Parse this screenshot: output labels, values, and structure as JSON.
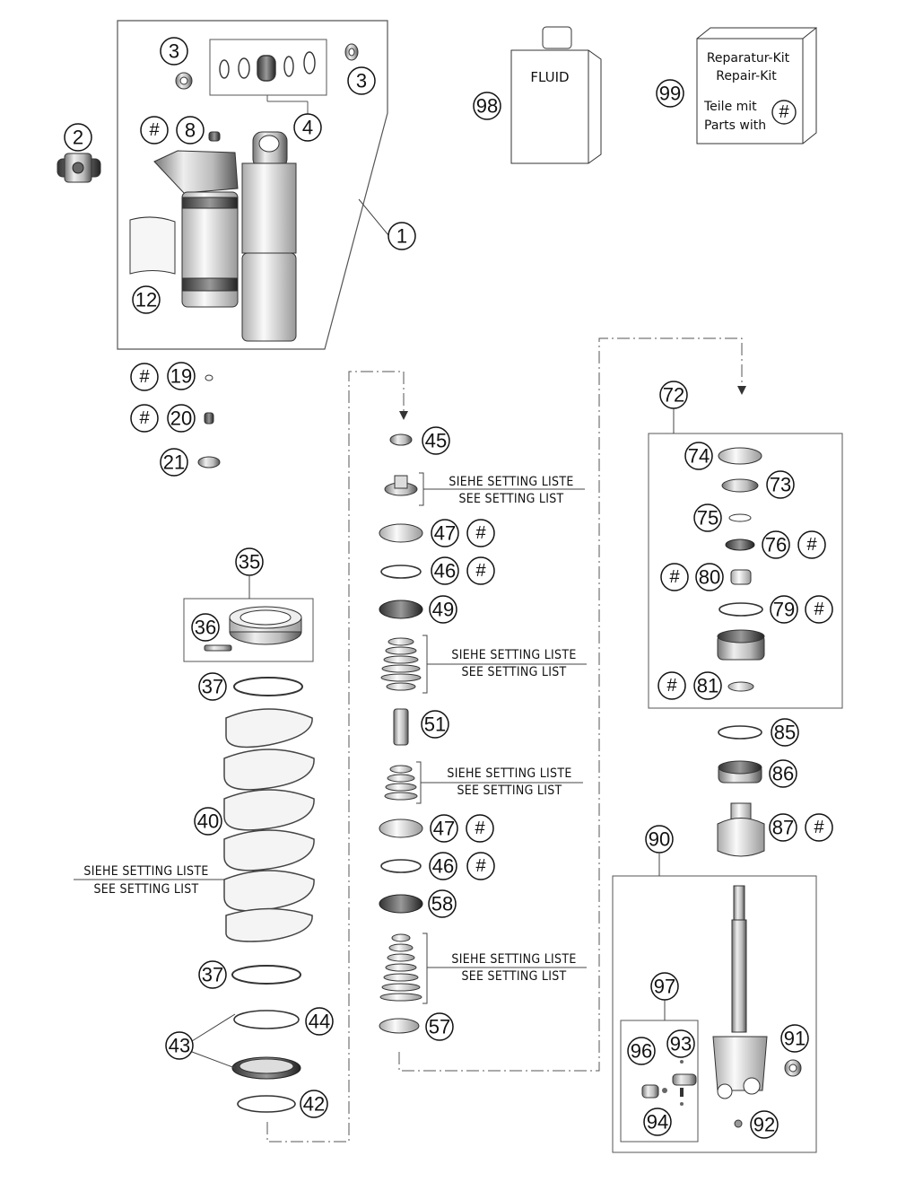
{
  "fluid_label": "FLUID",
  "repair_kit": {
    "line1": "Reparatur-Kit",
    "line2": "Repair-Kit",
    "line3": "Teile mit",
    "line4": "Parts with",
    "symbol": "#"
  },
  "setting_note": {
    "de": "SIEHE SETTING LISTE",
    "en": "SEE SETTING LIST"
  },
  "hash_symbol": "#",
  "callouts": {
    "c1": "1",
    "c2": "2",
    "c3a": "3",
    "c3b": "3",
    "c4": "4",
    "c8": "8",
    "c12": "12",
    "c19": "19",
    "c20": "20",
    "c21": "21",
    "c35": "35",
    "c36": "36",
    "c37a": "37",
    "c37b": "37",
    "c40": "40",
    "c42": "42",
    "c43": "43",
    "c44": "44",
    "c45": "45",
    "c46a": "46",
    "c46b": "46",
    "c47a": "47",
    "c47b": "47",
    "c49": "49",
    "c51": "51",
    "c57": "57",
    "c58": "58",
    "c72": "72",
    "c73": "73",
    "c74": "74",
    "c75": "75",
    "c76": "76",
    "c79": "79",
    "c80": "80",
    "c81": "81",
    "c85": "85",
    "c86": "86",
    "c87": "87",
    "c90": "90",
    "c91": "91",
    "c92": "92",
    "c93": "93",
    "c94": "94",
    "c96": "96",
    "c97": "97",
    "c98": "98",
    "c99": "99"
  }
}
